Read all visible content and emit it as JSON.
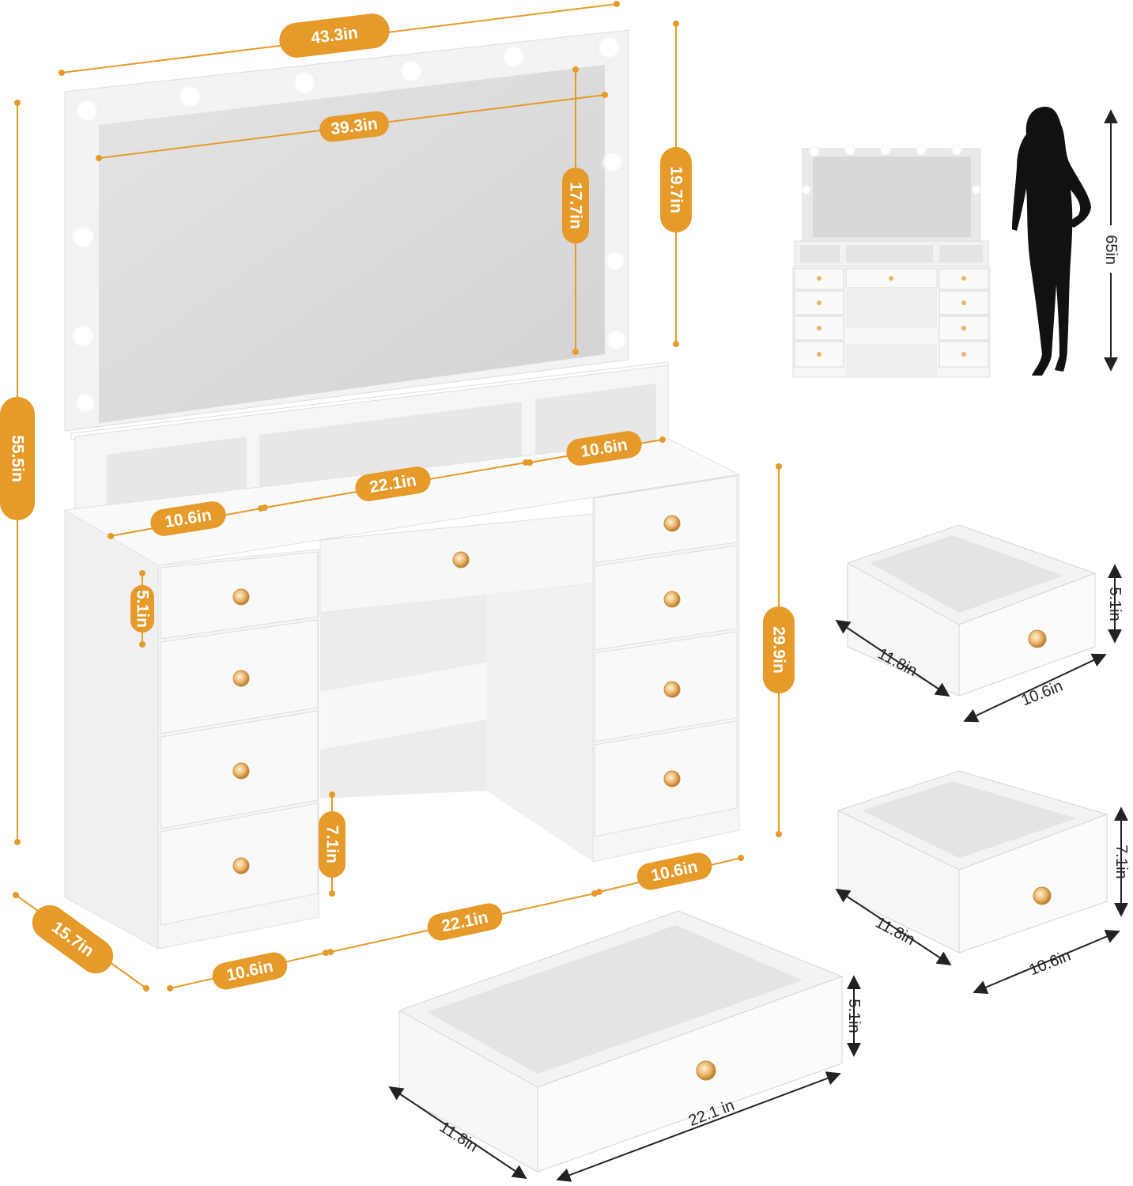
{
  "colors": {
    "accent": "#E59A2A",
    "furniture": "#F4F4F4",
    "dark": "#222222",
    "knob": "#E8B46A"
  },
  "main_dimensions": {
    "total_width": "43.3in",
    "mirror_width": "39.3in",
    "mirror_height": "17.7in",
    "frame_height": "19.7in",
    "total_height": "55.5in",
    "shelf_left_width": "10.6in",
    "shelf_center_width": "22.1in",
    "shelf_right_width": "10.6in",
    "drawer_small_height": "5.1in",
    "desk_height": "29.9in",
    "drawer_large_height": "7.1in",
    "depth": "15.7in",
    "base_left_width": "10.6in",
    "base_center_width": "22.1in",
    "base_right_width": "10.6in"
  },
  "person_height": "65in",
  "drawer_small": {
    "depth": "11.8in",
    "width": "10.6in",
    "height": "5.1in"
  },
  "drawer_large": {
    "depth": "11.8in",
    "width": "10.6in",
    "height": "7.1in"
  },
  "drawer_wide": {
    "depth": "11.8in",
    "width": "22.1 in",
    "height": "5.1in"
  }
}
